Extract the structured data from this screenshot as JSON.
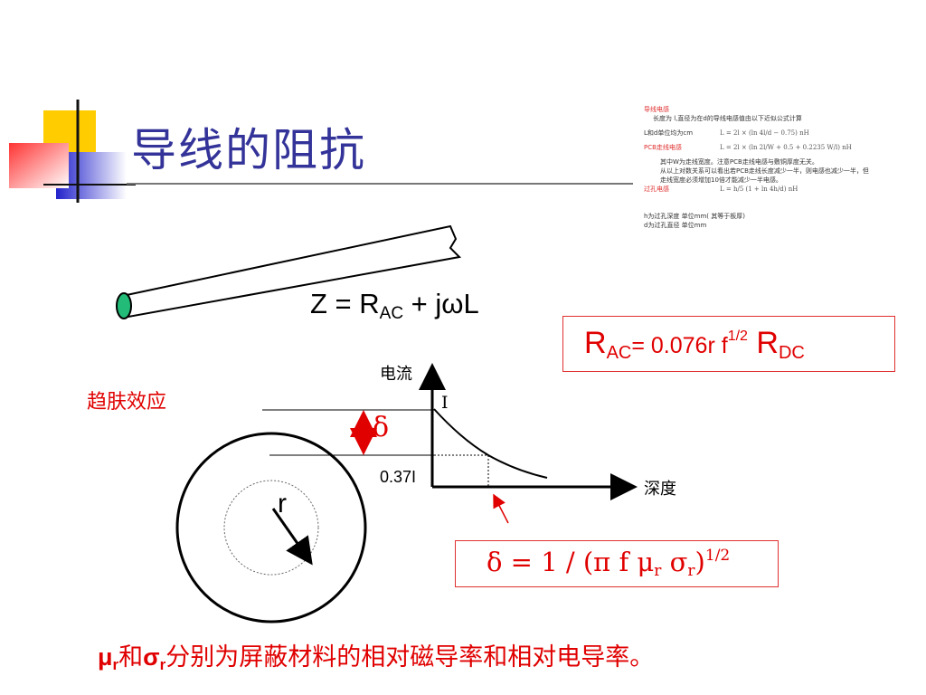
{
  "title": "导线的阻抗",
  "impedance": {
    "z": "Z = R",
    "ac": "AC",
    "rest": " + jωL"
  },
  "rac": {
    "r": "R",
    "ac": "AC",
    "eq": "= 0.076r f",
    "exp": "1/2",
    "r2": " R",
    "dc": "DC"
  },
  "skin_effect": "趋肤效应",
  "graph": {
    "ylabel": "电流",
    "xlabel": "深度",
    "i_label": "I",
    "tick_037": "0.37I",
    "delta": "δ",
    "radius": "r"
  },
  "delta_formula": {
    "pre": "δ = 1 / (π f μ",
    "r1": "r",
    "mid": " σ",
    "r2": "r",
    "close": ")",
    "exp": "1/2"
  },
  "bottom": {
    "mu": "μ",
    "r1": "r",
    "and": "和",
    "sigma": "σ",
    "r2": "r",
    "rest": "分别为屏蔽材料的相对磁导率和相对电导率。"
  },
  "notes": {
    "h1": "导线电感",
    "l1": "长度为 l,直径为在d的导线电感值由以下近似公式计算",
    "l2": "L和d单位均为cm",
    "f1": "L = 2l × (ln 4l/d − 0.75) nH",
    "h2": "PCB走线电感",
    "f2": "L = 2l × (ln 2l/W + 0.5 + 0.2235 W/l) nH",
    "p1": "其中W为走线宽度。注意PCB走线电感与敷铜厚度无关。",
    "p2": "从以上对数关系可以看出若PCB走线长度减少一半，则电感也减少一半，但走线宽度必须增加10倍才能减少一半电感。",
    "h3": "过孔电感",
    "f3": "L = h/5 (1 + ln 4h/d) nH",
    "p3": "h为过孔深度 单位mm( 其等于板厚)",
    "p4": "d为过孔直径 单位mm"
  },
  "colors": {
    "title": "#333399",
    "accent_red": "#e00000",
    "deco_yellow": "#ffcc00",
    "deco_blue": "#3333cc",
    "wire_end": "#22bb77"
  }
}
